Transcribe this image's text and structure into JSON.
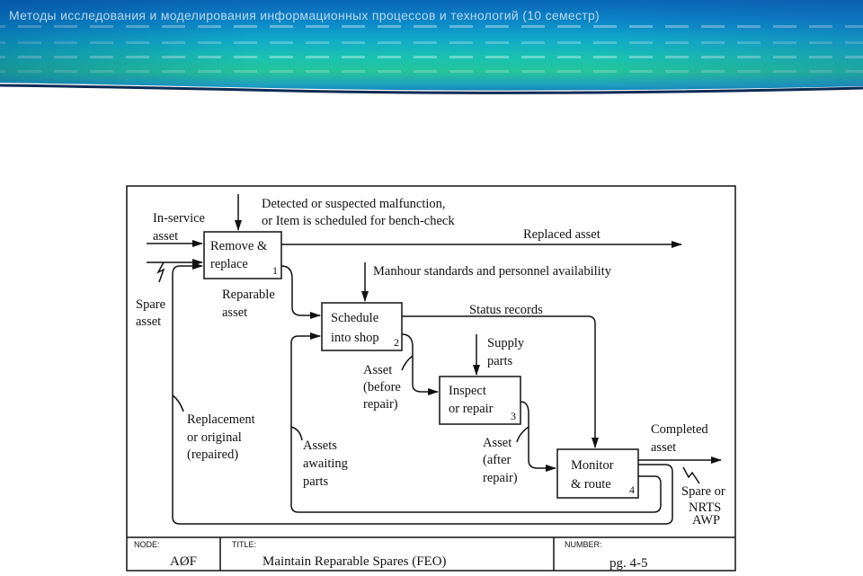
{
  "header": {
    "title": "Методы исследования и моделирования информационных процессов и технологий (10 семестр)"
  },
  "diagram": {
    "boxes": [
      {
        "id": "remove",
        "lines": [
          "Remove &",
          "replace"
        ],
        "number": "1"
      },
      {
        "id": "schedule",
        "lines": [
          "Schedule",
          "into shop"
        ],
        "number": "2"
      },
      {
        "id": "inspect",
        "lines": [
          "Inspect",
          "or repair"
        ],
        "number": "3"
      },
      {
        "id": "monitor",
        "lines": [
          "Monitor",
          "& route"
        ],
        "number": "4"
      }
    ],
    "labels": {
      "detected": [
        "Detected or suspected malfunction,",
        "or Item is scheduled for bench-check"
      ],
      "in_service": [
        "In-service",
        "asset"
      ],
      "spare_asset": [
        "Spare",
        "asset"
      ],
      "replaced_asset": "Replaced asset",
      "manhour": "Manhour standards and personnel availability",
      "reparable": [
        "Reparable",
        "asset"
      ],
      "status_records": "Status records",
      "supply_parts": [
        "Supply",
        "parts"
      ],
      "asset_before": [
        "Asset",
        "(before",
        "repair)"
      ],
      "replacement": [
        "Replacement",
        "or original",
        "(repaired)"
      ],
      "assets_awaiting": [
        "Assets",
        "awaiting",
        "parts"
      ],
      "asset_after": [
        "Asset",
        "(after",
        "repair)"
      ],
      "completed": [
        "Completed",
        "asset"
      ],
      "spare_nrts": [
        "Spare or",
        "NRTS",
        "AWP"
      ]
    },
    "footer": {
      "node_label": "NODE:",
      "node_value": "AØF",
      "title_label": "TITLE:",
      "title_value": "Maintain Reparable Spares (FEO)",
      "number_label": "NUMBER:",
      "number_value": "pg. 4-5"
    }
  }
}
